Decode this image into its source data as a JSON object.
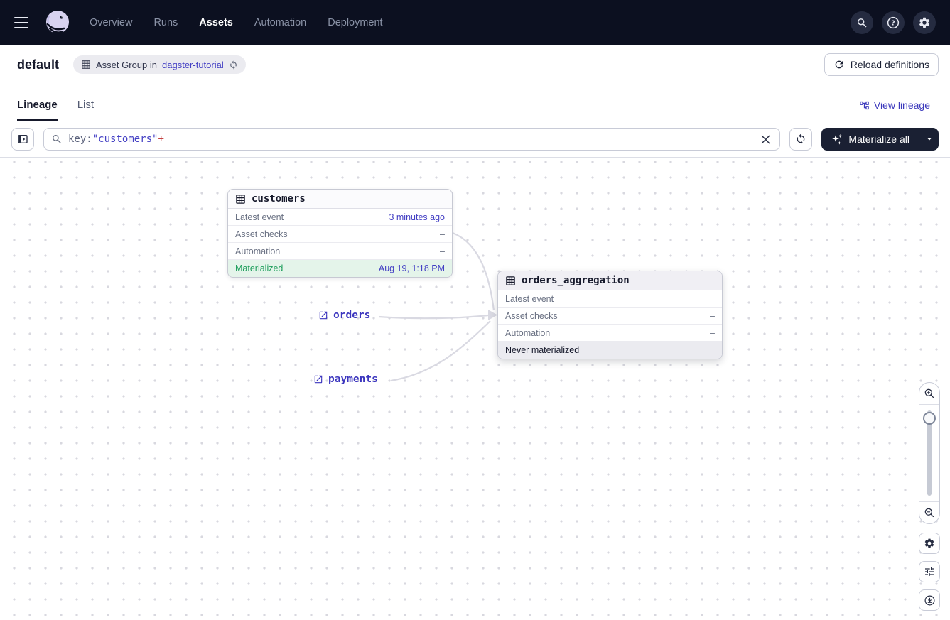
{
  "nav": {
    "items": [
      {
        "label": "Overview"
      },
      {
        "label": "Runs"
      },
      {
        "label": "Assets"
      },
      {
        "label": "Automation"
      },
      {
        "label": "Deployment"
      }
    ],
    "active": "Assets"
  },
  "header": {
    "title": "default",
    "badge_label": "Asset Group in",
    "badge_link": "dagster-tutorial",
    "reload_label": "Reload definitions"
  },
  "tabs": {
    "lineage": "Lineage",
    "list": "List",
    "active": "Lineage",
    "view_lineage": "View lineage"
  },
  "toolbar": {
    "query_key": "key:",
    "query_value": "\"customers\"",
    "query_plus": "+",
    "materialize_label": "Materialize all"
  },
  "graph": {
    "nodes": [
      {
        "title": "customers",
        "rows": [
          {
            "label": "Latest event",
            "value": "3 minutes ago"
          },
          {
            "label": "Asset checks",
            "value": "–"
          },
          {
            "label": "Automation",
            "value": "–"
          }
        ],
        "status": {
          "label": "Materialized",
          "value": "Aug 19, 1:18 PM"
        }
      },
      {
        "title": "orders_aggregation",
        "rows": [
          {
            "label": "Latest event",
            "value": ""
          },
          {
            "label": "Asset checks",
            "value": "–"
          },
          {
            "label": "Automation",
            "value": "–"
          }
        ],
        "status": {
          "label": "Never materialized",
          "value": ""
        }
      }
    ],
    "external_assets": [
      {
        "label": "orders"
      },
      {
        "label": "payments"
      }
    ]
  },
  "colors": {
    "nav_bg": "#0C1020",
    "accent_link": "#4440C4",
    "materialized_green": "#1E9E5C",
    "query_plus_red": "#C44242",
    "edge_gray": "#D9D9E2"
  }
}
